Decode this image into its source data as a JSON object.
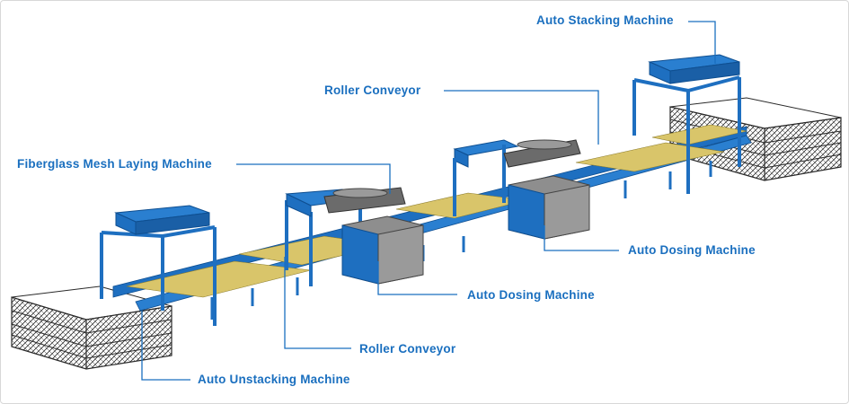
{
  "labels": {
    "auto_stacking": "Auto Stacking Machine",
    "roller_conveyor_top": "Roller Conveyor",
    "fiberglass_mesh": "Fiberglass Mesh Laying Machine",
    "auto_dosing_right": "Auto Dosing Machine",
    "auto_dosing_mid": "Auto Dosing Machine",
    "roller_conveyor_bottom": "Roller Conveyor",
    "auto_unstacking": "Auto Unstacking Machine"
  },
  "colors": {
    "label_text": "#1a6fbf",
    "leader_line": "#1a6fbf",
    "machine_blue": "#1e6fc0",
    "conveyor_yellow": "#d9c56a",
    "dosing_grey": "#8e8e8e",
    "rack_dark": "#2a2a2a"
  }
}
